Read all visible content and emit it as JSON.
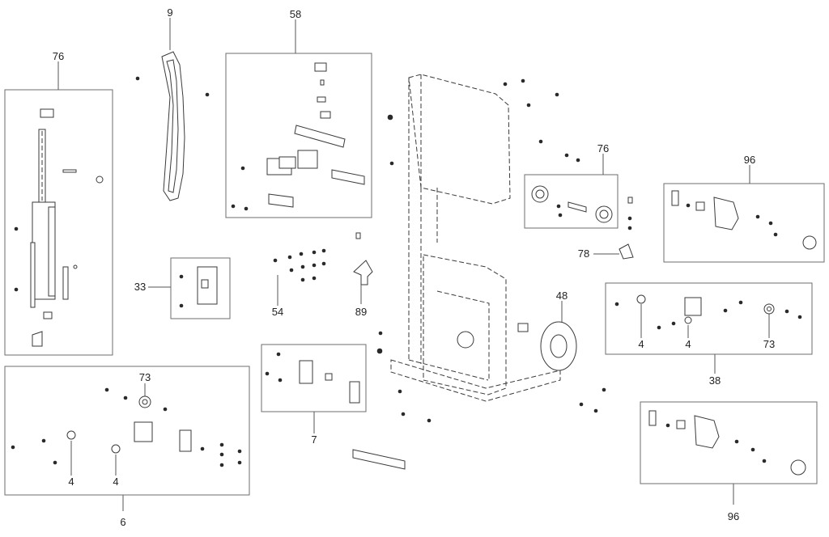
{
  "callouts": {
    "c76a": "76",
    "c9": "9",
    "c58": "58",
    "c33": "33",
    "c54": "54",
    "c89": "89",
    "c7": "7",
    "c73a": "73",
    "c4a": "4",
    "c4b": "4",
    "c6": "6",
    "c76b": "76",
    "c78": "78",
    "c48": "48",
    "c96a": "96",
    "c4c": "4",
    "c4d": "4",
    "c73b": "73",
    "c38": "38",
    "c96b": "96"
  },
  "colors": {
    "line": "#3a3a3a",
    "frame": "#6e6e6e",
    "background": "#ffffff"
  }
}
